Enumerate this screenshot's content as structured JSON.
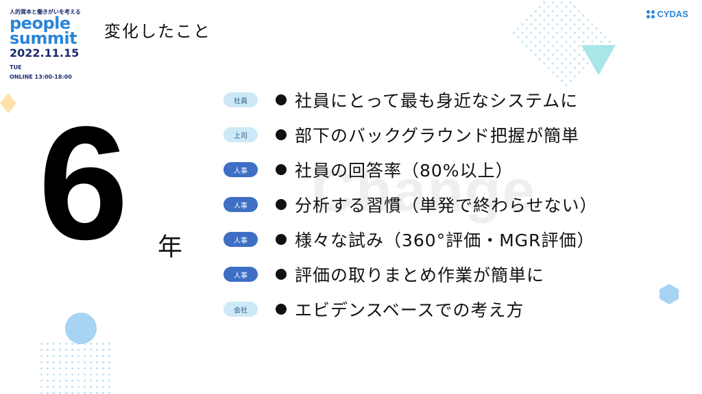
{
  "logo": {
    "tagline": "人的資本と働きがいを考える",
    "word1": "people",
    "word2": "summit",
    "date": "2022.11.15",
    "dow": "TUE",
    "online": "ONLINE 13:00-18:00"
  },
  "title": "変化したこと",
  "brand": "CYDAS",
  "big_number": "6",
  "unit": "年",
  "watermark": "Change",
  "items": [
    {
      "badge": "社員",
      "text": "社員にとって最も身近なシステムに"
    },
    {
      "badge": "上司",
      "text": "部下のバックグラウンド把握が簡単"
    },
    {
      "badge": "人事",
      "text": "社員の回答率（80%以上）"
    },
    {
      "badge": "人事",
      "text": "分析する習慣（単発で終わらせない）"
    },
    {
      "badge": "人事",
      "text": "様々な試み（360°評価・MGR評価）"
    },
    {
      "badge": "人事",
      "text": "評価の取りまとめ作業が簡単に"
    },
    {
      "badge": "会社",
      "text": "エビデンスベースでの考え方"
    }
  ],
  "colors": {
    "accent": "#2a86d8",
    "badge_light": "#cde9f7",
    "badge_dark": "#3e6fc4",
    "triangle": "#a8e6e8",
    "diamond_yellow": "#fde3a8",
    "hexagon": "#a6d4f2"
  }
}
